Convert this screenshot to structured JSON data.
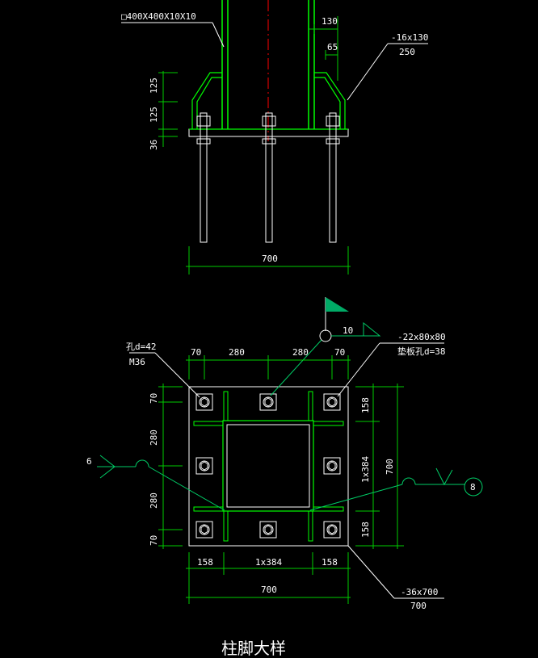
{
  "elevation": {
    "column_section": "□400X400X10X10",
    "dim_stiffener_width": "130",
    "dim_stiffener_offset": "65",
    "stiffener_spec": "-16x130",
    "stiffener_length": "250",
    "dim_v_top": "125",
    "dim_v_mid": "125",
    "dim_plate_thk": "36",
    "dim_base_width": "700"
  },
  "plan": {
    "hole_dia": "孔d=42",
    "bolt_size": "M36",
    "washer_spec": "-22x80x80",
    "washer_hole": "垫板孔d=38",
    "weld_size_top": "10",
    "weld_left": "6",
    "weld_right": "8",
    "top_dims": [
      "70",
      "280",
      "280",
      "70"
    ],
    "left_dims": [
      "70",
      "280",
      "280",
      "70"
    ],
    "right_dims": [
      "158",
      "1x384",
      "158"
    ],
    "right_total": "700",
    "bottom_dims": [
      "158",
      "1x384",
      "158"
    ],
    "bottom_total": "700",
    "plate_spec": "-36x700",
    "plate_length": "700"
  },
  "title": "柱脚大样",
  "colors": {
    "steel": "#00ff00",
    "bolt": "#ffffff",
    "center_line": "#ff0000",
    "dim_line": "#00cc00",
    "leader": "#00ff00",
    "weld_symbol": "#00cc66",
    "flag": "#00aa66"
  }
}
